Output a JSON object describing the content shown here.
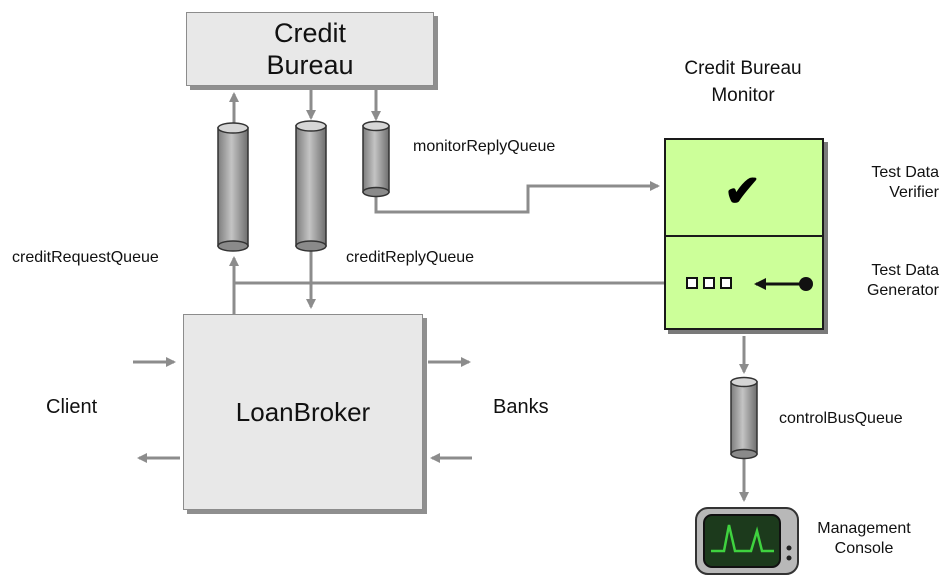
{
  "credit_bureau": {
    "line1": "Credit",
    "line2": "Bureau"
  },
  "loan_broker": {
    "label": "LoanBroker"
  },
  "monitor": {
    "title_line1": "Credit Bureau",
    "title_line2": "Monitor",
    "verifier_line1": "Test Data",
    "verifier_line2": "Verifier",
    "generator_line1": "Test Data",
    "generator_line2": "Generator"
  },
  "queues": {
    "credit_request": "creditRequestQueue",
    "credit_reply": "creditReplyQueue",
    "monitor_reply": "monitorReplyQueue",
    "control_bus": "controlBusQueue"
  },
  "external": {
    "client": "Client",
    "banks": "Banks"
  },
  "console": {
    "line1": "Management",
    "line2": "Console"
  },
  "colors": {
    "arrow": "#8c8c8c",
    "box_fill": "#e8e8e8",
    "monitor_fill": "#ccff99",
    "queue_fill": "#a9a9a9",
    "console_screen": "#1c3a1c",
    "console_trace": "#3fd23f"
  },
  "icons": [
    "checkmark-icon",
    "test-message-squares-icon",
    "management-console-icon",
    "queue-cylinder-icon"
  ]
}
